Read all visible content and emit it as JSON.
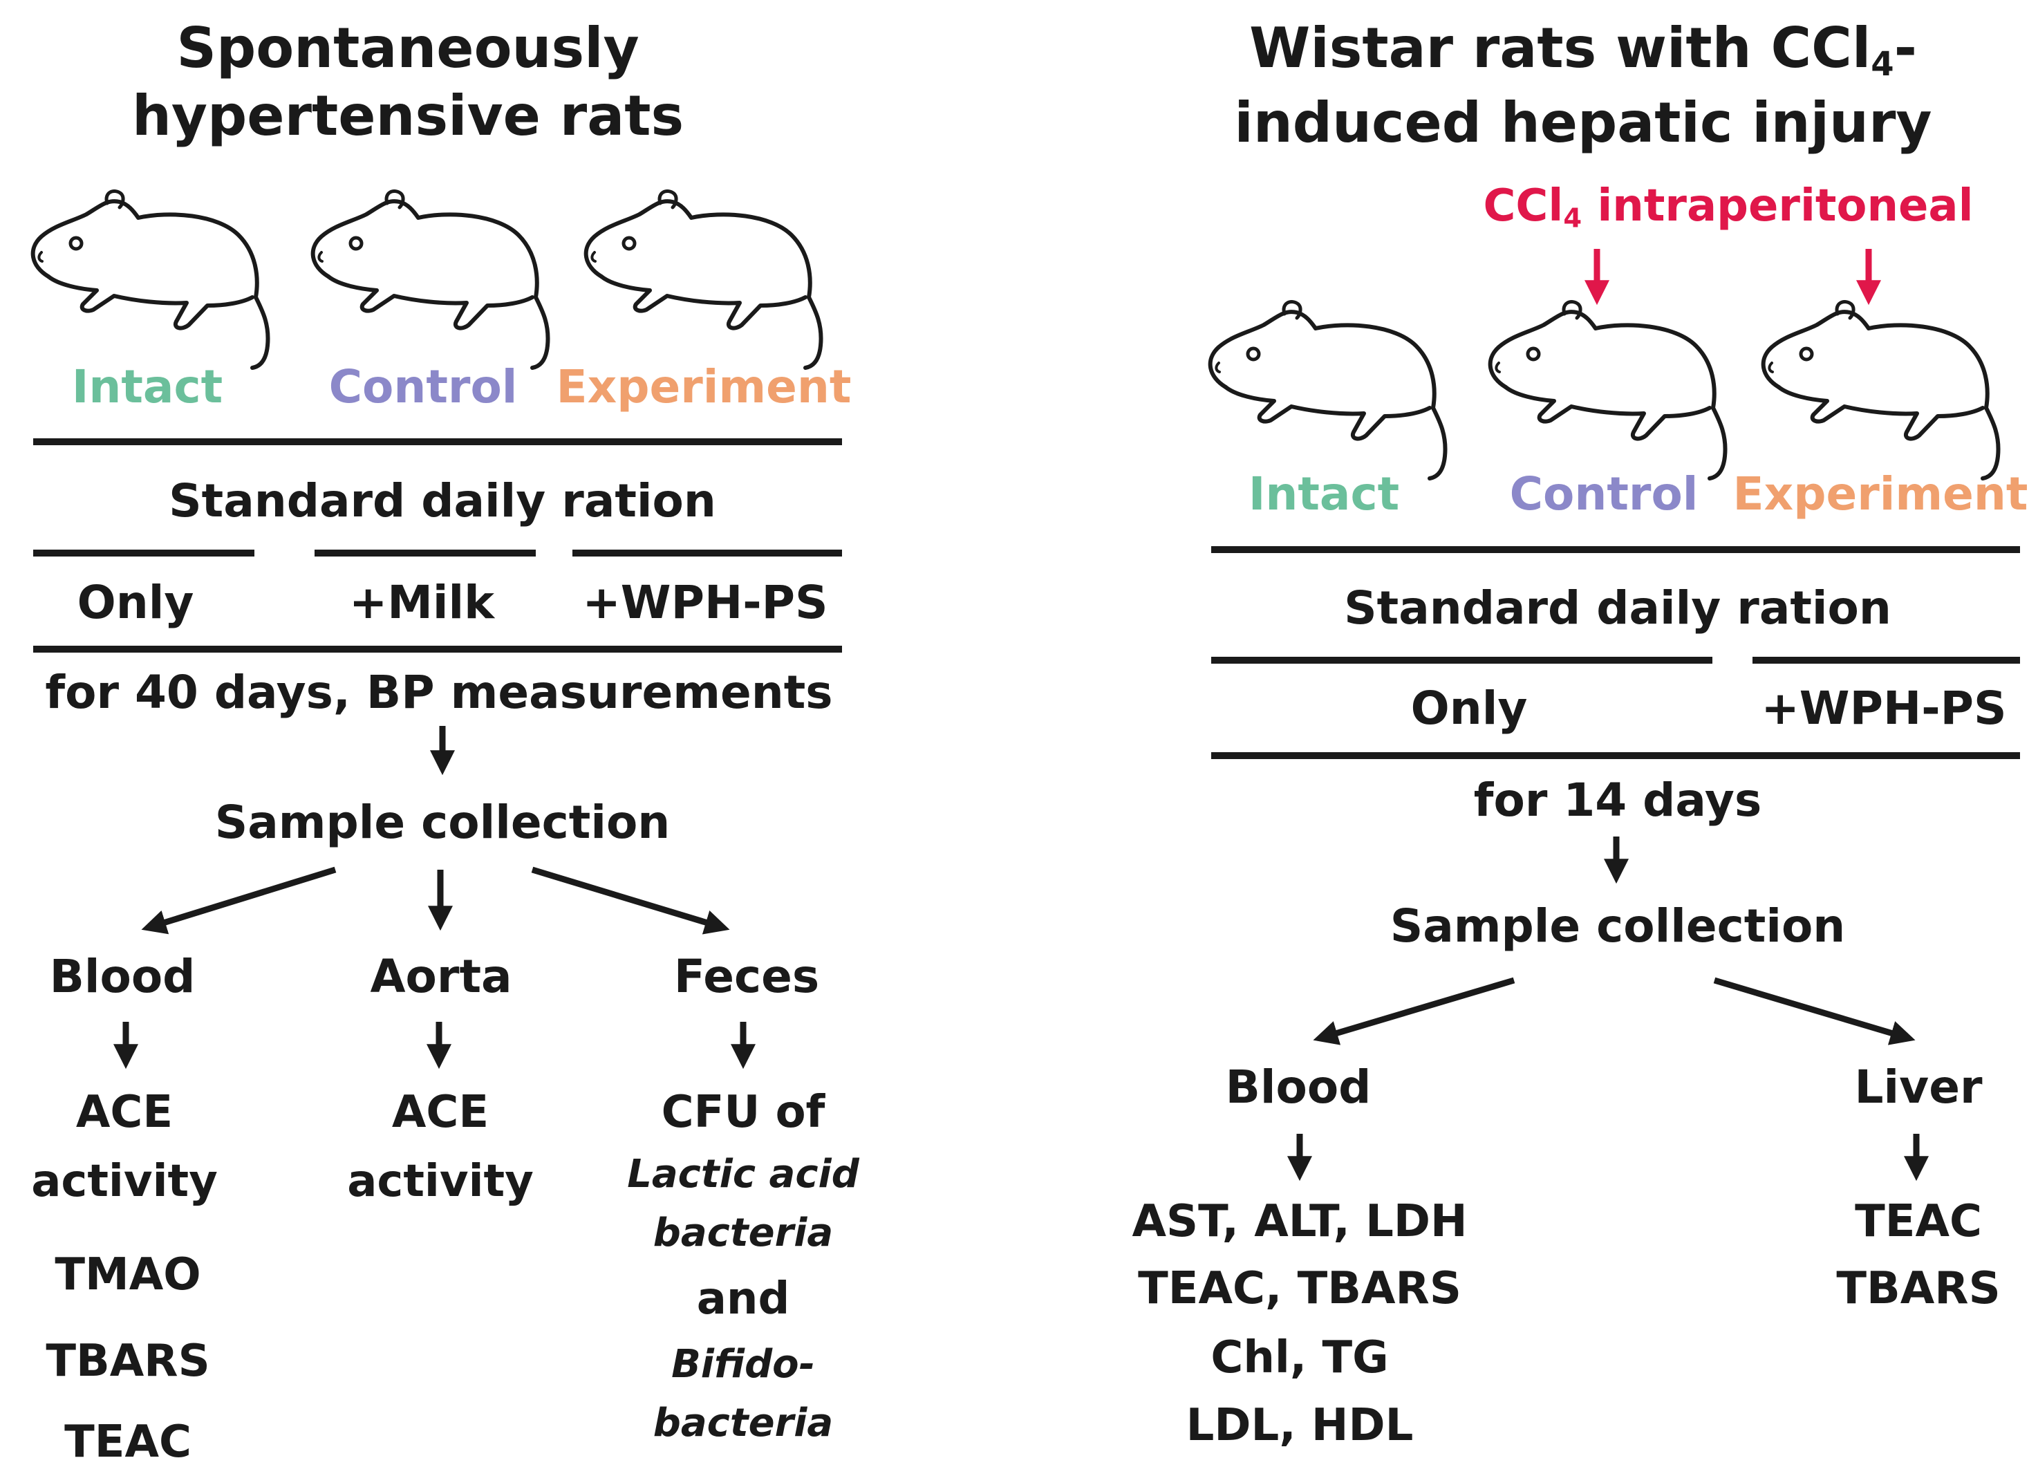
{
  "left": {
    "title_line1": "Spontaneously",
    "title_line2": "hypertensive rats",
    "groups": [
      {
        "label": "Intact",
        "color": "#6bbf9b"
      },
      {
        "label": "Control",
        "color": "#8b88c9"
      },
      {
        "label": "Experiment",
        "color": "#f0a06e"
      }
    ],
    "diet": "Standard daily ration",
    "variants": [
      "Only",
      "+Milk",
      "+WPH-PS"
    ],
    "duration": "for 40 days, BP measurements",
    "collection": "Sample collection",
    "samples": [
      "Blood",
      "Aorta",
      "Feces"
    ],
    "blood_results": [
      "ACE",
      "activity",
      "TMAO",
      "TBARS",
      "TEAC"
    ],
    "aorta_results": [
      "ACE",
      "activity"
    ],
    "feces_results": {
      "line1": "CFU of",
      "line2": "Lactic acid",
      "line3": "bacteria",
      "line4": "and",
      "line5": "Bifido-",
      "line6": "bacteria"
    }
  },
  "right": {
    "title_line1": "Wistar rats with CCl",
    "title_sub": "4",
    "title_line1_end": "-",
    "title_line2": "induced hepatic injury",
    "injection_pre": "CCl",
    "injection_sub": "4",
    "injection_post": " intraperitoneal",
    "injection_color": "#e0174a",
    "groups": [
      {
        "label": "Intact",
        "color": "#6bbf9b"
      },
      {
        "label": "Control",
        "color": "#8b88c9"
      },
      {
        "label": "Experiment",
        "color": "#f0a06e"
      }
    ],
    "diet": "Standard daily ration",
    "variants": [
      "Only",
      "+WPH-PS"
    ],
    "duration": "for 14 days",
    "collection": "Sample collection",
    "samples": [
      "Blood",
      "Liver"
    ],
    "blood_results": [
      "AST, ALT, LDH",
      "TEAC, TBARS",
      "Chl, TG",
      "LDL, HDL"
    ],
    "liver_results": [
      "TEAC",
      "TBARS"
    ]
  }
}
